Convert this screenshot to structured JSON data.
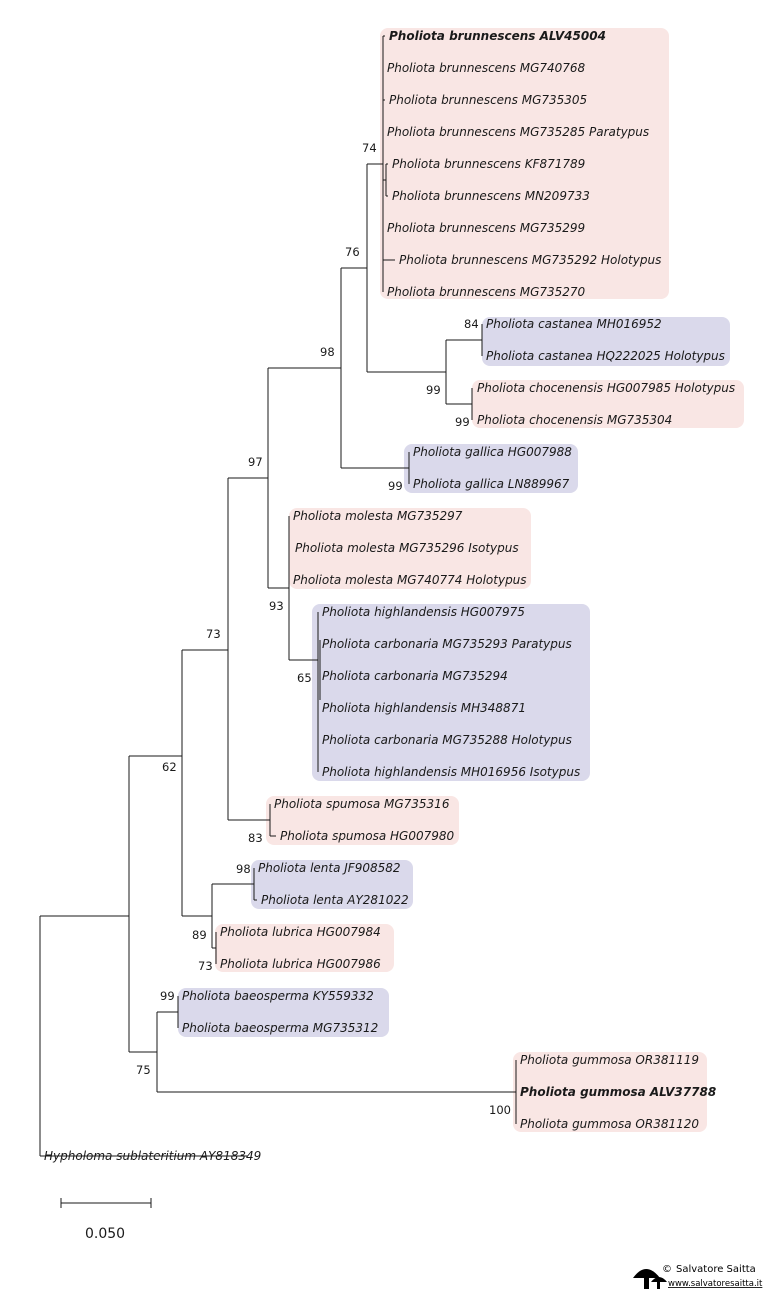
{
  "colors": {
    "pink": "#f9e6e4",
    "lavender": "#dad9eb",
    "line": "#1a1a1a"
  },
  "taxa": [
    {
      "label": "Pholiota brunnescens ALV45004",
      "bold": true
    },
    {
      "label": "Pholiota brunnescens MG740768"
    },
    {
      "label": "Pholiota brunnescens MG735305"
    },
    {
      "label": "Pholiota brunnescens MG735285 Paratypus"
    },
    {
      "label": "Pholiota brunnescens KF871789"
    },
    {
      "label": "Pholiota brunnescens MN209733"
    },
    {
      "label": "Pholiota brunnescens MG735299"
    },
    {
      "label": "Pholiota brunnescens MG735292 Holotypus"
    },
    {
      "label": "Pholiota brunnescens MG735270"
    },
    {
      "label": "Pholiota castanea MH016952"
    },
    {
      "label": "Pholiota castanea HQ222025 Holotypus"
    },
    {
      "label": "Pholiota chocenensis HG007985 Holotypus"
    },
    {
      "label": "Pholiota chocenensis MG735304"
    },
    {
      "label": "Pholiota gallica HG007988"
    },
    {
      "label": "Pholiota gallica LN889967"
    },
    {
      "label": "Pholiota molesta MG735297"
    },
    {
      "label": "Pholiota molesta MG735296 Isotypus"
    },
    {
      "label": "Pholiota molesta MG740774 Holotypus"
    },
    {
      "label": "Pholiota highlandensis HG007975"
    },
    {
      "label": "Pholiota carbonaria MG735293 Paratypus"
    },
    {
      "label": "Pholiota carbonaria MG735294"
    },
    {
      "label": "Pholiota highlandensis MH348871"
    },
    {
      "label": "Pholiota carbonaria MG735288 Holotypus"
    },
    {
      "label": "Pholiota highlandensis MH016956 Isotypus"
    },
    {
      "label": "Pholiota spumosa MG735316"
    },
    {
      "label": "Pholiota spumosa HG007980"
    },
    {
      "label": "Pholiota lenta JF908582"
    },
    {
      "label": "Pholiota lenta AY281022"
    },
    {
      "label": "Pholiota lubrica HG007984"
    },
    {
      "label": "Pholiota lubrica HG007986"
    },
    {
      "label": "Pholiota baeosperma KY559332"
    },
    {
      "label": "Pholiota baeosperma MG735312"
    },
    {
      "label": "Pholiota gummosa OR381119"
    },
    {
      "label": "Pholiota gummosa ALV37788",
      "bold": true
    },
    {
      "label": "Pholiota gummosa OR381120"
    },
    {
      "label": "Hypholoma sublateritium AY818349"
    }
  ],
  "support_values": [
    "74",
    "76",
    "98",
    "84",
    "99",
    "99",
    "99",
    "97",
    "93",
    "65",
    "73",
    "83",
    "62",
    "98",
    "89",
    "73",
    "99",
    "75",
    "100"
  ],
  "scale_bar": {
    "label": "0.050"
  },
  "watermark": {
    "name": "Salvatore Saitta",
    "url": "www.salvatoresaitta.it"
  }
}
